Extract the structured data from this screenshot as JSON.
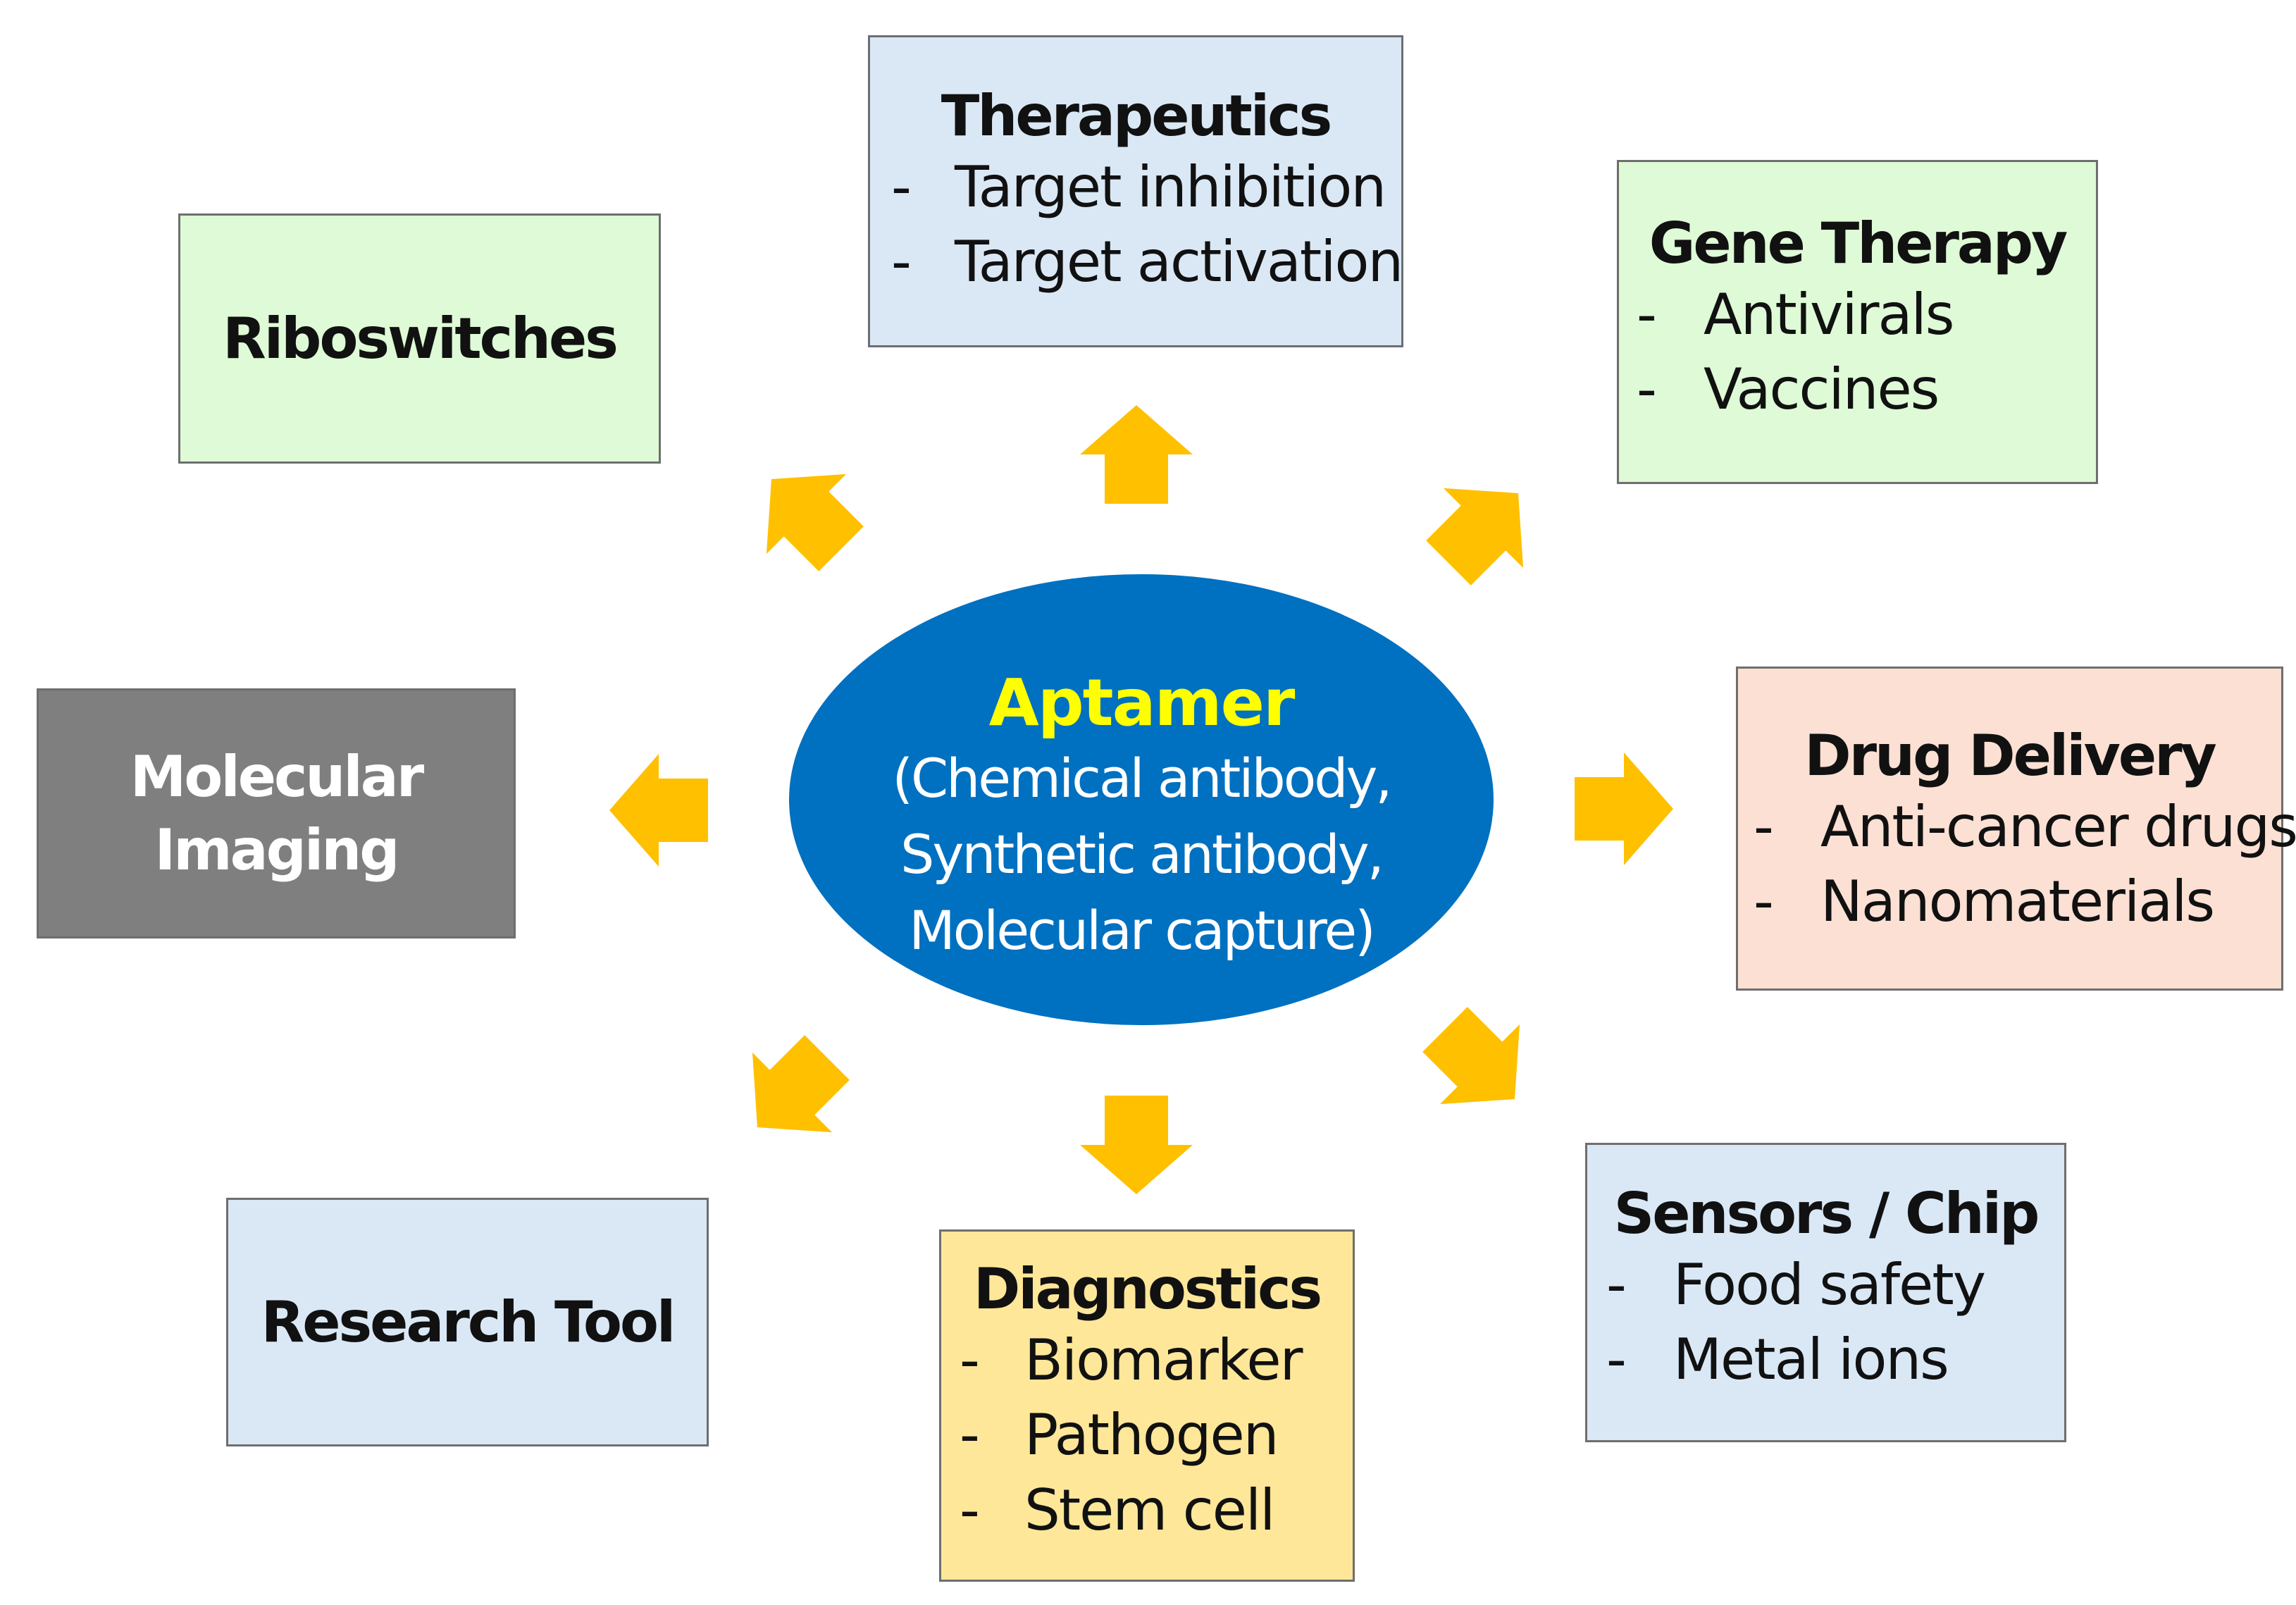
{
  "colors": {
    "arrow": "#FFC000",
    "ellipse": "#0070C0",
    "ellipse_title": "#FFFF00",
    "box_blue": "#DAE8F6",
    "box_green": "#DEFAD6",
    "box_peach": "#FCE0D4",
    "box_yellow": "#FFE799",
    "box_gray": "#7F7F7F"
  },
  "center": {
    "title": "Aptamer",
    "lines": [
      "(Chemical antibody,",
      "Synthetic antibody,",
      "Molecular capture)"
    ]
  },
  "boxes": {
    "therapeutics": {
      "title": "Therapeutics",
      "items": [
        "Target inhibition",
        "Target activation"
      ]
    },
    "gene_therapy": {
      "title": "Gene Therapy",
      "items": [
        "Antivirals",
        "Vaccines"
      ]
    },
    "riboswitches": {
      "title": "Riboswitches"
    },
    "molecular_imaging": {
      "title_lines": [
        "Molecular",
        "Imaging"
      ]
    },
    "drug_delivery": {
      "title": "Drug Delivery",
      "items": [
        "Anti-cancer drugs",
        "Nanomaterials"
      ]
    },
    "research_tool": {
      "title": "Research Tool"
    },
    "diagnostics": {
      "title": "Diagnostics",
      "items": [
        "Biomarker",
        "Pathogen",
        "Stem cell"
      ]
    },
    "sensors_chip": {
      "title": "Sensors / Chip",
      "items": [
        "Food safety",
        "Metal ions"
      ]
    }
  },
  "bullet_marker": "-"
}
